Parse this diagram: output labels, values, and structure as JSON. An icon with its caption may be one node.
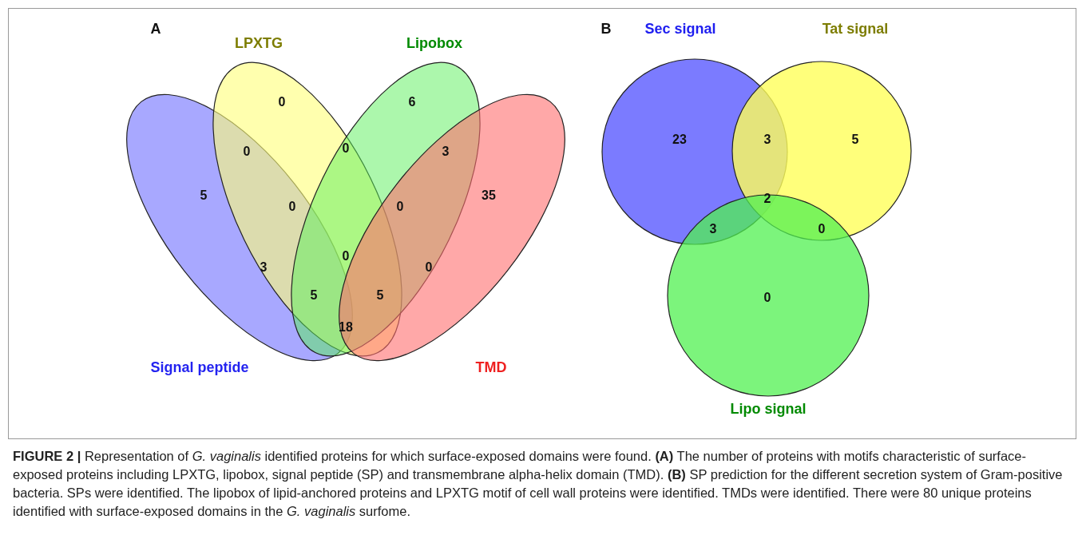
{
  "diagram": {
    "caption": "**FIGURE 2 |** Representation of *G. vaginalis* identified proteins for which surface-exposed domains were found. **(A)** The number of proteins with motifs characteristic of surface-exposed proteins including LPXTG, lipobox, signal peptide (SP) and transmembrane alpha-helix domain (TMD). **(B)** SP prediction for the different secretion system of Gram-positive bacteria. SPs were identified. The lipobox of lipid-anchored proteins and LPXTG motif of cell wall proteins were identified. TMDs were identified. There were 80 unique proteins identified with surface-exposed domains in the *G. vaginalis* surfome.",
    "nodes": [
      {
        "text": [
          "Signal peptide"
        ]
      },
      {
        "text": [
          "LPXTG"
        ]
      },
      {
        "text": [
          "Lipobox"
        ]
      },
      {
        "text": [
          "TMD"
        ]
      },
      {
        "text": [
          "Sec signal"
        ]
      },
      {
        "text": [
          "Tat signal"
        ]
      },
      {
        "text": [
          "Lipo signal"
        ]
      }
    ],
    "labels": [
      "A",
      "B",
      "0",
      "6",
      "0",
      "0",
      "3",
      "5",
      "0",
      "0",
      "35",
      "3",
      "0",
      "0",
      "5",
      "5",
      "18",
      "23",
      "3",
      "5",
      "2",
      "3",
      "0",
      "0"
    ]
  }
}
